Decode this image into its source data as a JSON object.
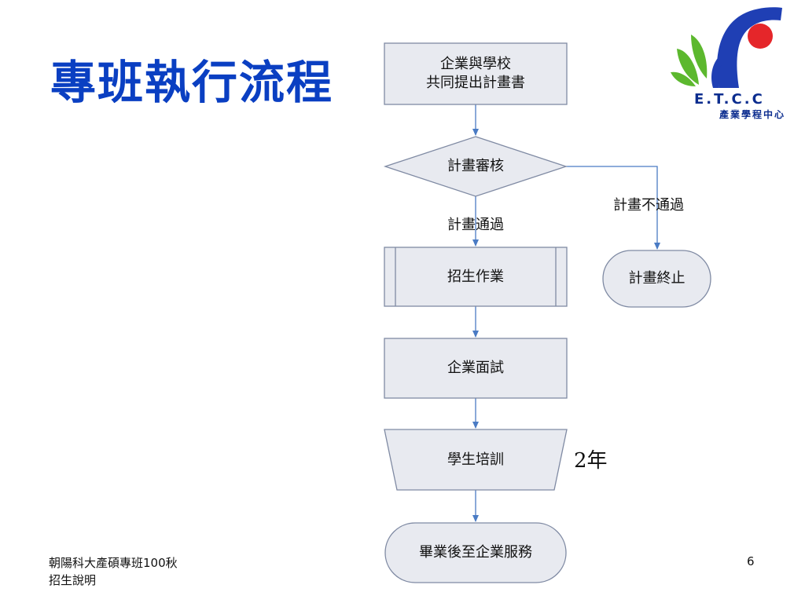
{
  "slide": {
    "title": "專班執行流程",
    "duration_note": "2年",
    "footer_line1": "朝陽科大產碩專班100秋",
    "footer_line2": "招生說明",
    "page_number": "6"
  },
  "logo": {
    "acronym": "E.T.C.C",
    "subtitle": "產業學程中心",
    "colors": {
      "blue": "#1f3fb4",
      "green": "#5cb82e",
      "red": "#e5262a"
    }
  },
  "flowchart": {
    "nodes": {
      "proposal_line1": "企業與學校",
      "proposal_line2": "共同提出計畫書",
      "review": "計畫審核",
      "recruitment": "招生作業",
      "termination": "計畫終止",
      "interview": "企業面試",
      "training": "學生培訓",
      "service": "畢業後至企業服務"
    },
    "edge_labels": {
      "approved": "計畫通過",
      "rejected": "計畫不通過"
    },
    "colors": {
      "node_fill": "#e8eaf0",
      "node_border": "#7f8aa3",
      "arrow": "#4a7bc4"
    }
  }
}
